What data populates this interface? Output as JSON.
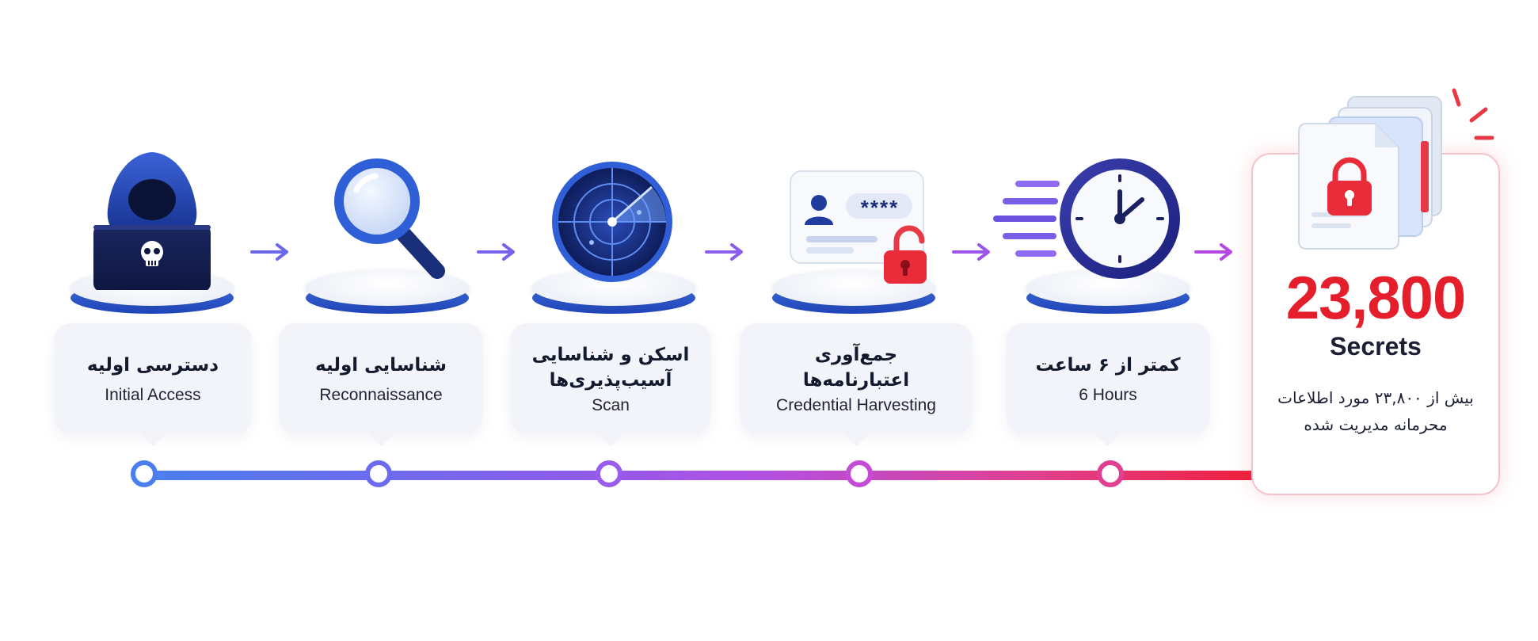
{
  "steps": [
    {
      "fa": "دسترسی اولیه",
      "en": "Initial Access"
    },
    {
      "fa": "شناسایی اولیه",
      "en": "Reconnaissance"
    },
    {
      "fa": "اسکن و شناسایی آسیب‌پذیری‌ها",
      "en": "Scan"
    },
    {
      "fa": "جمع‌آوری اعتبارنامه‌ها",
      "en": "Credential Harvesting"
    },
    {
      "fa": "کمتر از ۶ ساعت",
      "en": "6 Hours"
    }
  ],
  "credential_mask": "****",
  "result": {
    "number": "23,800",
    "label": "Secrets",
    "description": "بیش از ۲۳,۸۰۰ مورد اطلاعات محرمانه مدیریت شده"
  },
  "colors": {
    "blue": "#4b7ff0",
    "purple": "#9a55ea",
    "red": "#e41e2b",
    "navy": "#1a2f7a"
  },
  "icons": [
    "hacker-icon",
    "magnifier-icon",
    "radar-icon",
    "credential-card-icon",
    "clock-icon",
    "secret-documents-icon"
  ]
}
